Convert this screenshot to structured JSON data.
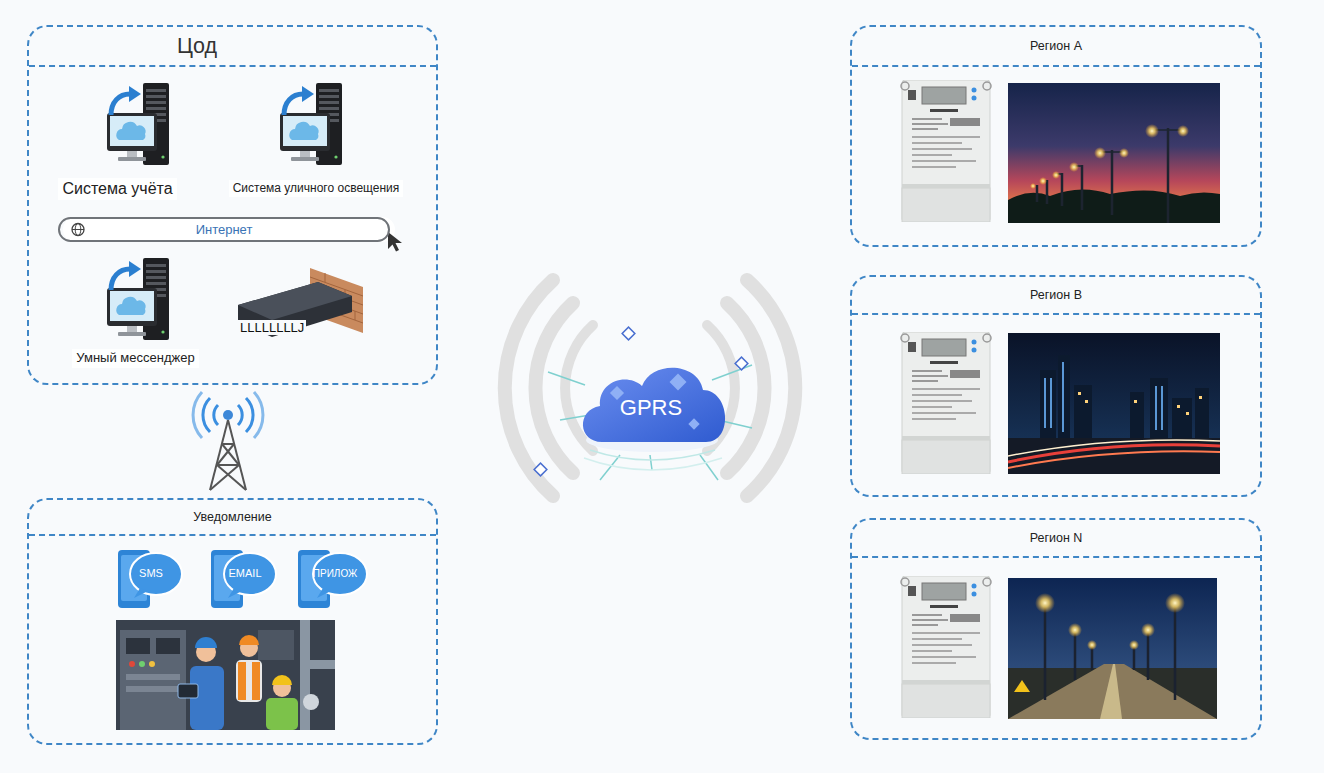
{
  "diagram": {
    "nodes": [
      {
        "text": [
          "Цод"
        ]
      },
      {
        "text": [
          "Система учёта"
        ],
        "in": 0
      },
      {
        "text": [
          "Система уличного освещения"
        ],
        "in": 0
      },
      {
        "text": [
          "Интернет"
        ],
        "in": 0
      },
      {
        "text": [
          "Умный мессенджер"
        ],
        "in": 0
      },
      {
        "text": [
          "Уведомление"
        ]
      },
      {
        "text": [
          "SMS"
        ],
        "in": 5
      },
      {
        "text": [
          "EMAIL"
        ],
        "in": 5
      },
      {
        "text": [
          "ПРИЛОЖ"
        ],
        "in": 5
      },
      {
        "text": [
          "GPRS"
        ]
      },
      {
        "text": [
          "Регион A"
        ]
      },
      {
        "text": [
          "Регион B"
        ]
      },
      {
        "text": [
          "Регион N"
        ]
      }
    ],
    "labels": [
      "LLLLLLLLJ"
    ]
  }
}
